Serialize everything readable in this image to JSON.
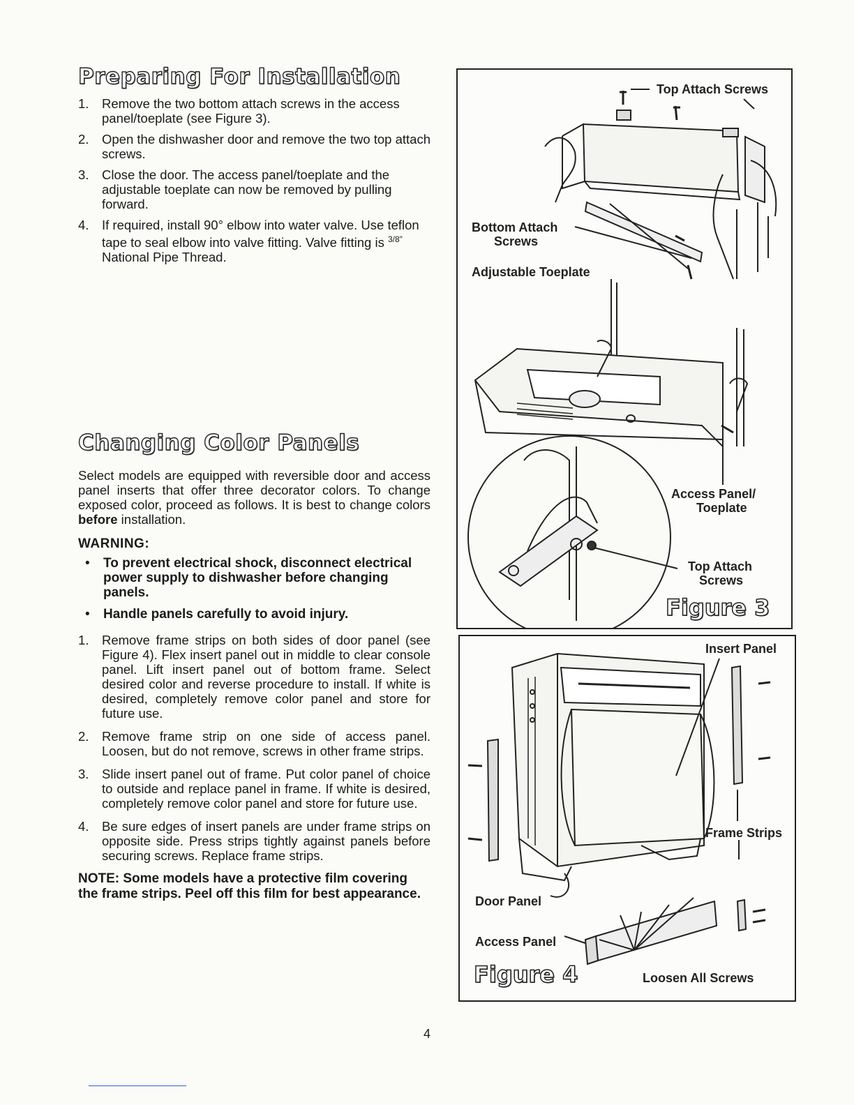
{
  "section1": {
    "title": "Preparing For Installation",
    "steps": [
      {
        "num": "1.",
        "text": "Remove the two bottom attach screws in the access panel/toeplate (see Figure 3)."
      },
      {
        "num": "2.",
        "text": "Open the dishwasher door and remove the two top attach screws."
      },
      {
        "num": "3.",
        "text": "Close the door. The access panel/toeplate and the adjustable toeplate can now be removed by pulling forward."
      },
      {
        "num": "4.",
        "text_a": "If required, install 90° elbow into water valve. Use teflon tape to seal elbow into valve fitting. Valve fitting is ",
        "fraction": "3/8″",
        "text_b": " National Pipe Thread."
      }
    ]
  },
  "section2": {
    "title": "Changing Color Panels",
    "intro_a": "Select models are equipped with reversible door and access panel inserts that offer three decorator colors. To change exposed color, proceed as follows. It is best to change colors ",
    "intro_bold": "before",
    "intro_b": " installation.",
    "warning_title": "WARNING:",
    "warnings": [
      "To prevent electrical shock, disconnect electrical power supply to dishwasher before changing panels.",
      "Handle panels carefully to avoid injury."
    ],
    "bullet": "•",
    "steps": [
      {
        "num": "1.",
        "text": "Remove frame strips on both sides of door panel (see Figure 4). Flex insert panel out in middle to clear console panel. Lift insert panel out of bottom frame. Select desired color and reverse procedure to install. If white is desired, completely remove color panel and store for future use."
      },
      {
        "num": "2.",
        "text": "Remove frame strip on one side of access panel. Loosen, but do not remove, screws in other frame strips."
      },
      {
        "num": "3.",
        "text": "Slide insert panel out of frame. Put color panel of choice to outside and replace panel in frame. If white is desired, completely remove color panel and store for future use."
      },
      {
        "num": "4.",
        "text": "Be sure edges of insert panels are under frame strips on opposite side. Press strips tightly against panels before securing screws. Replace frame strips."
      }
    ],
    "note": "NOTE: Some models have a protective film covering the frame strips. Peel off this film for best appearance."
  },
  "figure3": {
    "caption": "Figure 3",
    "labels": {
      "top_attach_screws_upper": "Top Attach Screws",
      "bottom_attach": "Bottom Attach",
      "bottom_attach_screws": "Screws",
      "adjustable_toeplate": "Adjustable Toeplate",
      "access_panel": "Access Panel/",
      "access_toeplate": "Toeplate",
      "top_attach": "Top Attach",
      "top_attach_screws": "Screws"
    }
  },
  "figure4": {
    "caption": "Figure 4",
    "labels": {
      "insert_panel": "Insert Panel",
      "frame_strips": "Frame Strips",
      "door_panel": "Door Panel",
      "access_panel": "Access Panel",
      "loosen_all_screws": "Loosen All Screws"
    }
  },
  "page_number": "4"
}
